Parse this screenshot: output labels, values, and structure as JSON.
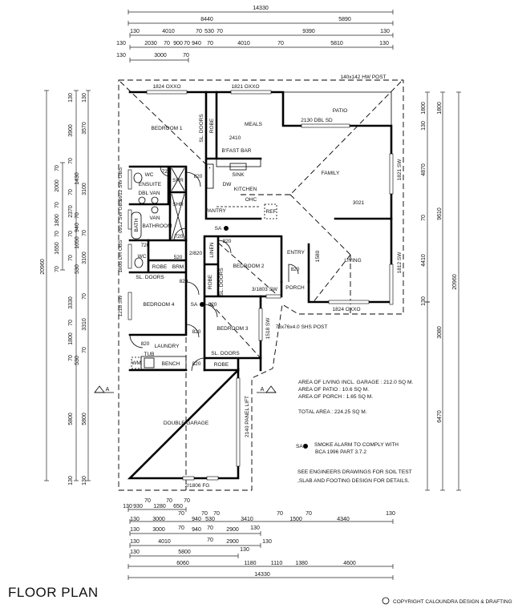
{
  "title": "FLOOR PLAN",
  "copyright": "COPYRIGHT   CALOUNDRA DESIGN & DRAFTING",
  "copyright_symbol": "C",
  "section_marker": "A",
  "dims": {
    "top": [
      "14330",
      "8440",
      "5890",
      "130",
      "4010",
      "70",
      "530",
      "70",
      "9390",
      "130",
      "130",
      "2030",
      "70",
      "900",
      "70",
      "940",
      "70",
      "4010",
      "70",
      "5810",
      "130",
      "130",
      "3000",
      "70"
    ],
    "bottom": [
      "130",
      "930",
      "70",
      "1280",
      "70",
      "650",
      "70",
      "130",
      "3000",
      "70",
      "940",
      "70",
      "530",
      "70",
      "3410",
      "70",
      "1500",
      "70",
      "4340",
      "130",
      "130",
      "3000",
      "70",
      "940",
      "70",
      "2900",
      "130",
      "130",
      "4010",
      "70",
      "2900",
      "130",
      "130",
      "5800",
      "130",
      "6060",
      "1180",
      "1110",
      "1380",
      "4600",
      "14330"
    ],
    "left": [
      "20960",
      "70",
      "2000",
      "70",
      "1800",
      "70",
      "1650",
      "70",
      "130",
      "3900",
      "70",
      "70",
      "2370",
      "70",
      "70",
      "3330",
      "70",
      "1800",
      "70",
      "5800",
      "130",
      "130",
      "3570",
      "1430",
      "3100",
      "70",
      "940",
      "70",
      "1050",
      "530",
      "3100",
      "70",
      "3310",
      "70",
      "530",
      "5800",
      "130"
    ],
    "right": [
      "1800",
      "1800",
      "130",
      "4870",
      "70",
      "9610",
      "4410",
      "130",
      "20960",
      "3080",
      "6470"
    ]
  },
  "labels": {
    "window_bed1": "1824 OXXO",
    "window_meals": "1821 OXXO",
    "hw_post": "140x142 HW POST",
    "patio": "PATIO",
    "patio_door": "2130 DBL SD",
    "bedroom1": "BEDROOM 1",
    "robe1": "ROBE",
    "sl_doors1": "SL. DOORS",
    "meals": "MEALS",
    "meals_dim": "2410",
    "bfast_bar": "B'FAST BAR",
    "sink": "SINK",
    "dw": "DW",
    "kitchen": "KITCHEN",
    "ohc": "OHC",
    "pantry": "PANTRY",
    "ref": "REF",
    "family": "FAMILY",
    "family_dim": "3021",
    "family_window": "1821 SW",
    "wc1": "WC",
    "ensuite": "ENSUITE",
    "dbl_van": "DBL VAN",
    "door_720a": "720",
    "shr1": "SHR",
    "shr2": "SHR",
    "door_820a": "820",
    "van": "VAN",
    "bathroom": "BATHROOM",
    "bath": "BATH",
    "door_720b": "720",
    "sa1": "SA",
    "door_820b": "820",
    "door_2_820": "2/820",
    "linen": "LINEN",
    "door_720c": "720",
    "wc2": "WC",
    "robe4": "ROBE",
    "brm_size": "520",
    "brm": "BRM",
    "sl_doors4": "SL. DOORS",
    "door_820c": "820",
    "bedroom2": "BEDROOM 2",
    "robe2": "ROBE",
    "sl_doors2": "SL. DOORS",
    "entry": "ENTRY",
    "door_820d": "820",
    "porch": "PORCH",
    "entry_dim": "1580",
    "living": "LIVING",
    "living_window": "1812 SW",
    "living_window2": "1824 OXXO",
    "bed2_window": "3/1803 SW",
    "bedroom4": "BEDROOM 4",
    "sa2": "SA",
    "door_820e": "820",
    "bedroom3": "BEDROOM 3",
    "bed3_window": "1518 SW",
    "shs_post": "76x76x4.0 SHS POST",
    "door_820f": "820",
    "door_820g": "820",
    "laundry": "LAUNDRY",
    "door_820h": "820",
    "tub": "TUB",
    "wm": "WM",
    "bench": "BENCH",
    "sl_doors3": "SL. DOORS",
    "robe3": "ROBE",
    "double_garage": "DOUBLE GARAGE",
    "panel_lift": "2140 PANEL LIFT",
    "garage_fg": "2/1806 FG",
    "ens_window": "0912 SW OBS",
    "bath_window": "0912 SW OBS",
    "wc_window": "1806 DH OBS",
    "bed4_window": "1218 SW"
  },
  "notes": {
    "area_living": "AREA OF LIVING INCL. GARAGE : 212.0 SQ M.",
    "area_patio": "AREA OF PATIO : 10.6 SQ M.",
    "area_porch": "AREA OF PORCH : 1.65 SQ M.",
    "total_area": "TOTAL AREA : 224.25 SQ M.",
    "sa_symbol": "SA",
    "smoke_alarm_1": "SMOKE ALARM TO COMPLY WITH",
    "smoke_alarm_2": "BCA 1996 PART 3.7.2",
    "engineers_1": "SEE ENGINEERS DRAWINGS FOR SOIL TEST",
    "engineers_2": ",SLAB AND FOOTING DESIGN FOR DETAILS."
  }
}
